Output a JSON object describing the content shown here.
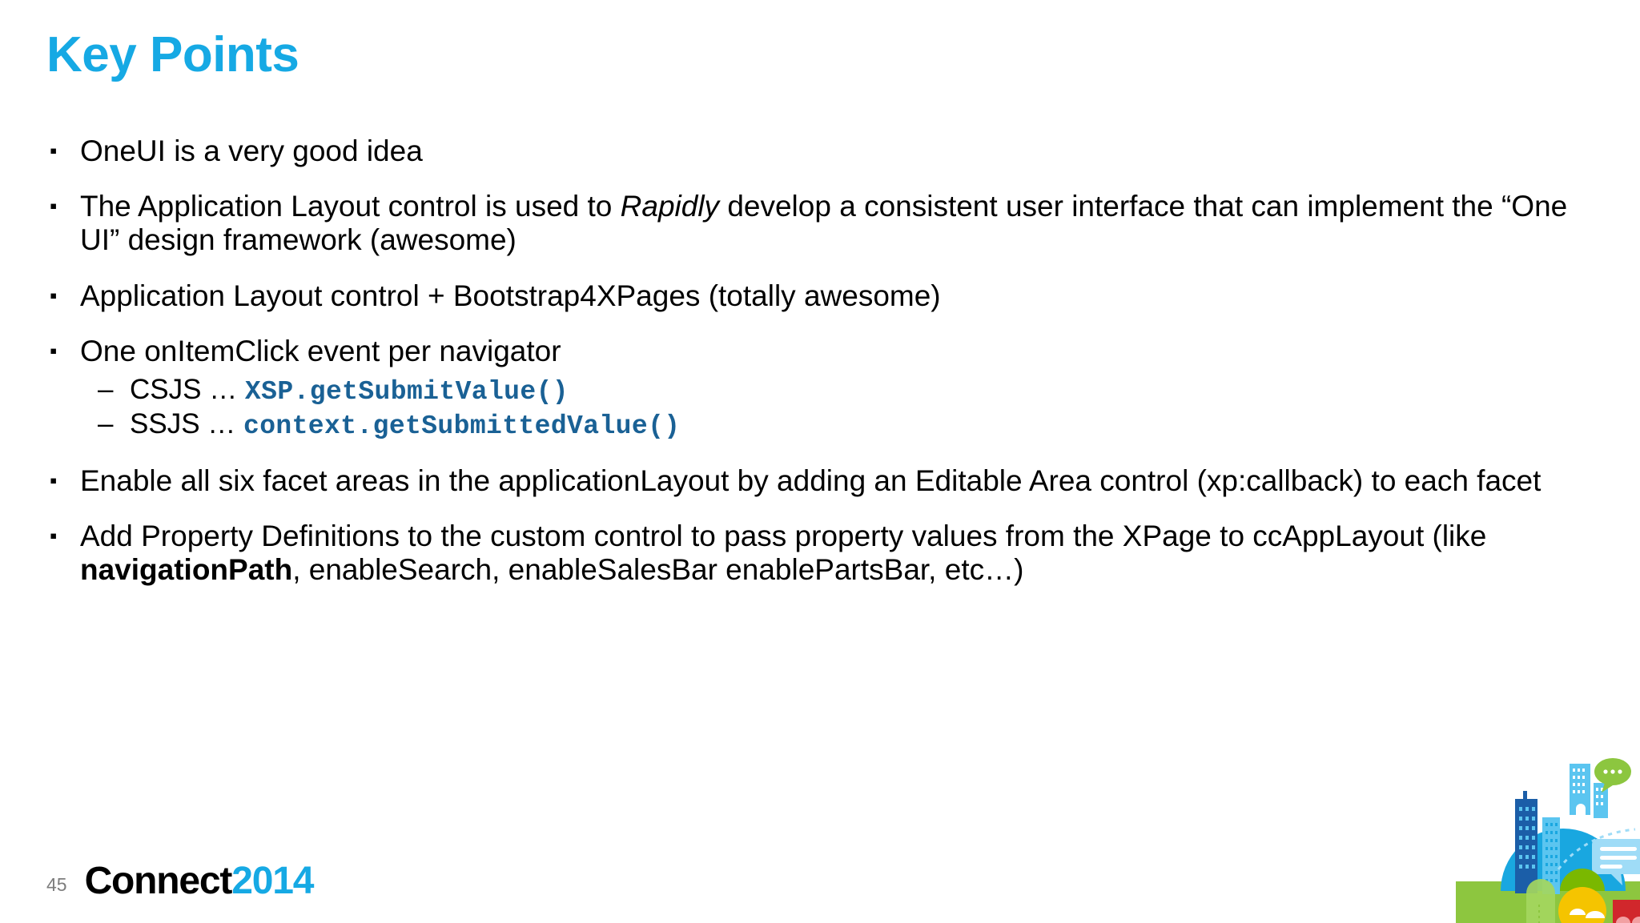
{
  "slide": {
    "title": "Key Points",
    "title_color": "#16a9e4",
    "background_color": "#ffffff",
    "body_text_color": "#000000",
    "code_color": "#1a6195",
    "bullet_marker": "▪",
    "sub_bullet_marker": "–"
  },
  "bullets": [
    {
      "id": "oneui-good-idea",
      "text": "OneUI is a very good idea"
    },
    {
      "id": "application-layout-control",
      "pre": "The Application Layout control is used to ",
      "italic": "Rapidly",
      "post": " develop a consistent user interface that can implement the “One UI” design framework (awesome)"
    },
    {
      "id": "bootstrap4xpages",
      "text": "Application Layout control + Bootstrap4XPages (totally awesome)"
    },
    {
      "id": "onitemclick-event",
      "text": "One onItemClick event per navigator",
      "sub": [
        {
          "id": "csjs",
          "label": "CSJS … ",
          "code": "XSP.getSubmitValue()"
        },
        {
          "id": "ssjs",
          "label": "SSJS … ",
          "code": "context.getSubmittedValue()"
        }
      ]
    },
    {
      "id": "enable-six-facets",
      "text": "Enable all six facet areas in the applicationLayout by adding an Editable Area control (xp:callback) to each facet"
    },
    {
      "id": "property-definitions",
      "pre": "Add Property Definitions to the custom control to pass property values from the XPage to ccAppLayout (like ",
      "bold": "navigationPath",
      "post": ", enableSearch, enableSalesBar enablePartsBar, etc…)"
    }
  ],
  "footer": {
    "slide_number": "45",
    "brand_primary": "Connect",
    "brand_year": "2014",
    "brand_primary_color": "#000000",
    "brand_year_color": "#16a9e4",
    "slide_number_color": "#7d7d7d"
  },
  "artwork": {
    "name": "smarter-city-illustration",
    "colors": {
      "dome_blue": "#19a7e0",
      "dark_building": "#1b5ea8",
      "light_building": "#5bc5f0",
      "green": "#7ab800",
      "light_green": "#a4d65e",
      "yellow": "#f5c400",
      "red": "#d1272c",
      "speech_bubble_green": "#8cc63f",
      "speech_bubble_light": "#9fdcf7"
    }
  }
}
